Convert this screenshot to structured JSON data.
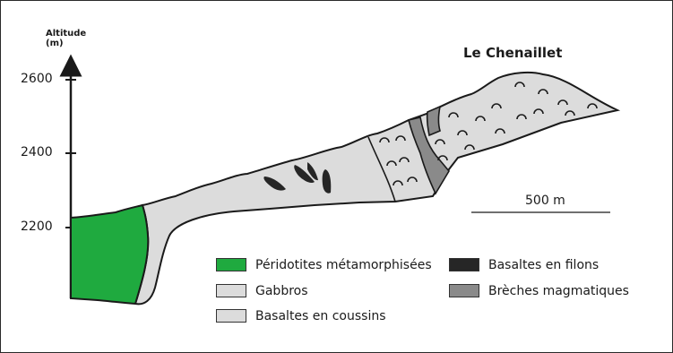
{
  "axis": {
    "title": "Altitude",
    "unit": "(m)",
    "ticks": [
      "2600",
      "2400",
      "2200"
    ]
  },
  "site_label": "Le Chenaillet",
  "scale_bar": {
    "label": "500 m"
  },
  "legend": [
    {
      "id": "peridotites",
      "label": "Péridotites métamorphisées",
      "color": "#1faa3f"
    },
    {
      "id": "gabbros",
      "label": "Gabbros",
      "color": "#dcdcdc"
    },
    {
      "id": "coussins",
      "label": "Basaltes en coussins",
      "color": "#dcdcdc",
      "icon": "pillow-arc-icon"
    },
    {
      "id": "filons",
      "label": "Basaltes en filons",
      "color": "#262626"
    },
    {
      "id": "breches",
      "label": "Brèches magmatiques",
      "color": "#8a8a8a"
    }
  ],
  "colors": {
    "outline": "#1a1a1a",
    "peridotites": "#1faa3f",
    "rock_fill": "#dcdcdc",
    "filons": "#262626",
    "breches": "#8a8a8a"
  }
}
